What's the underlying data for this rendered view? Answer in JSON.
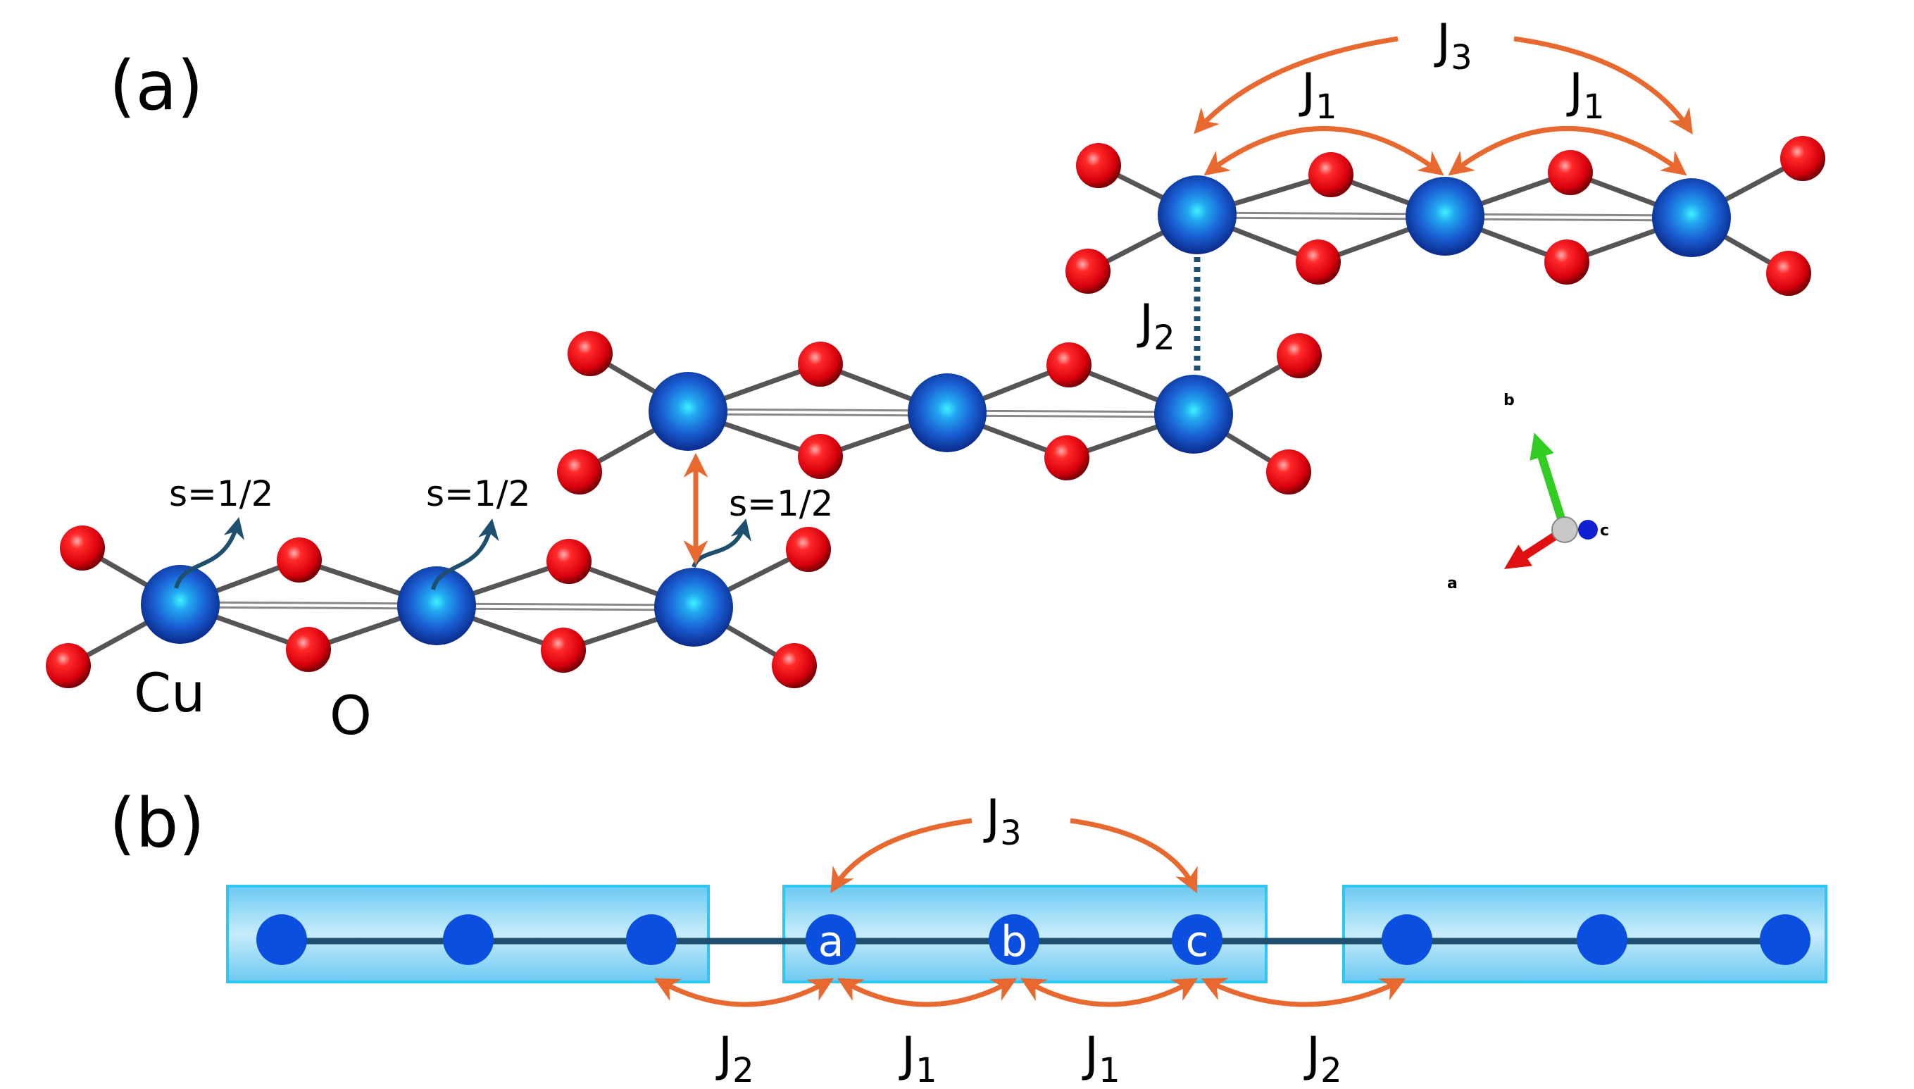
{
  "panel_a": {
    "label": "(a)",
    "atom_labels": {
      "cu": "Cu",
      "o": "O"
    },
    "spin_labels": [
      "s=1/2",
      "s=1/2",
      "s=1/2"
    ],
    "couplings": {
      "j3": {
        "base": "J",
        "sub": "3"
      },
      "j1_left": {
        "base": "J",
        "sub": "1"
      },
      "j1_right": {
        "base": "J",
        "sub": "1"
      },
      "j2": {
        "base": "J",
        "sub": "2"
      }
    },
    "axes": {
      "a": "a",
      "b": "b",
      "c": "c"
    }
  },
  "panel_b": {
    "label": "(b)",
    "site_labels": [
      "a",
      "b",
      "c"
    ],
    "couplings": {
      "j3": {
        "base": "J",
        "sub": "3"
      },
      "j2_left": {
        "base": "J",
        "sub": "2"
      },
      "j1_left": {
        "base": "J",
        "sub": "1"
      },
      "j1_right": {
        "base": "J",
        "sub": "1"
      },
      "j2_right": {
        "base": "J",
        "sub": "2"
      }
    }
  },
  "colors": {
    "copper": "#1f5fd6",
    "oxygen": "#e0101e",
    "bond": "#555555",
    "coupling_arrow": "#e8692f",
    "spin_arrow": "#1e4f6e",
    "cluster_box": "#7fd3f7",
    "chain_site": "#0a4fe0",
    "chain_line": "#1e4f6e"
  }
}
